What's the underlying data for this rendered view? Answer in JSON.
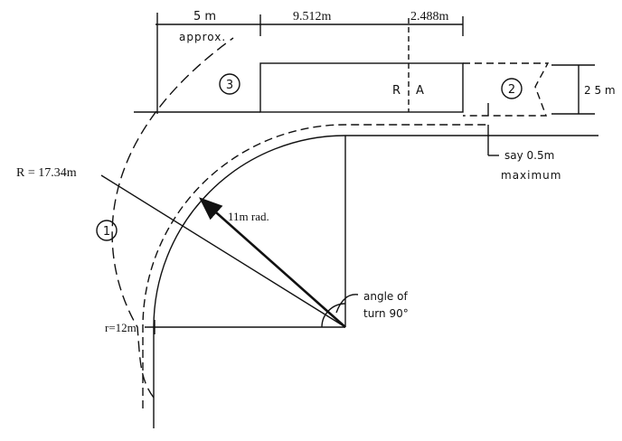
{
  "dimensions": {
    "top_left": "5 m",
    "top_left_note": "approx.",
    "top_middle": "9.512m",
    "top_right": "2.488m",
    "height_right": "2 5 m"
  },
  "markers": {
    "one": "1",
    "two": "2",
    "three": "3"
  },
  "labels": {
    "rear_axle_r": "R",
    "rear_axle_a": "A",
    "outer_radius": "R = 17.34m",
    "inner_radius": "11m rad.",
    "turn_radius": "r=12m",
    "clearance_line1": "say  0.5m",
    "clearance_line2": "maximum",
    "angle_line1": "angle of",
    "angle_line2": "turn 90°"
  }
}
